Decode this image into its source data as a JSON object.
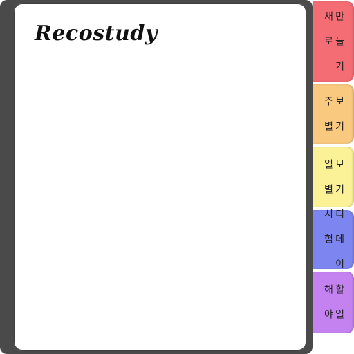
{
  "app": {
    "title": "Recostudy"
  },
  "tabs": [
    {
      "label": "새 로\n만 들 기",
      "color": "#f46d74"
    },
    {
      "label": "주 별\n보 기",
      "color": "#f9c980"
    },
    {
      "label": "일 별\n보 기",
      "color": "#fbf197"
    },
    {
      "label": "시 험\n디 데 이",
      "color": "#7d86f0"
    },
    {
      "label": "해 야\n할 일",
      "color": "#c482f0"
    }
  ]
}
